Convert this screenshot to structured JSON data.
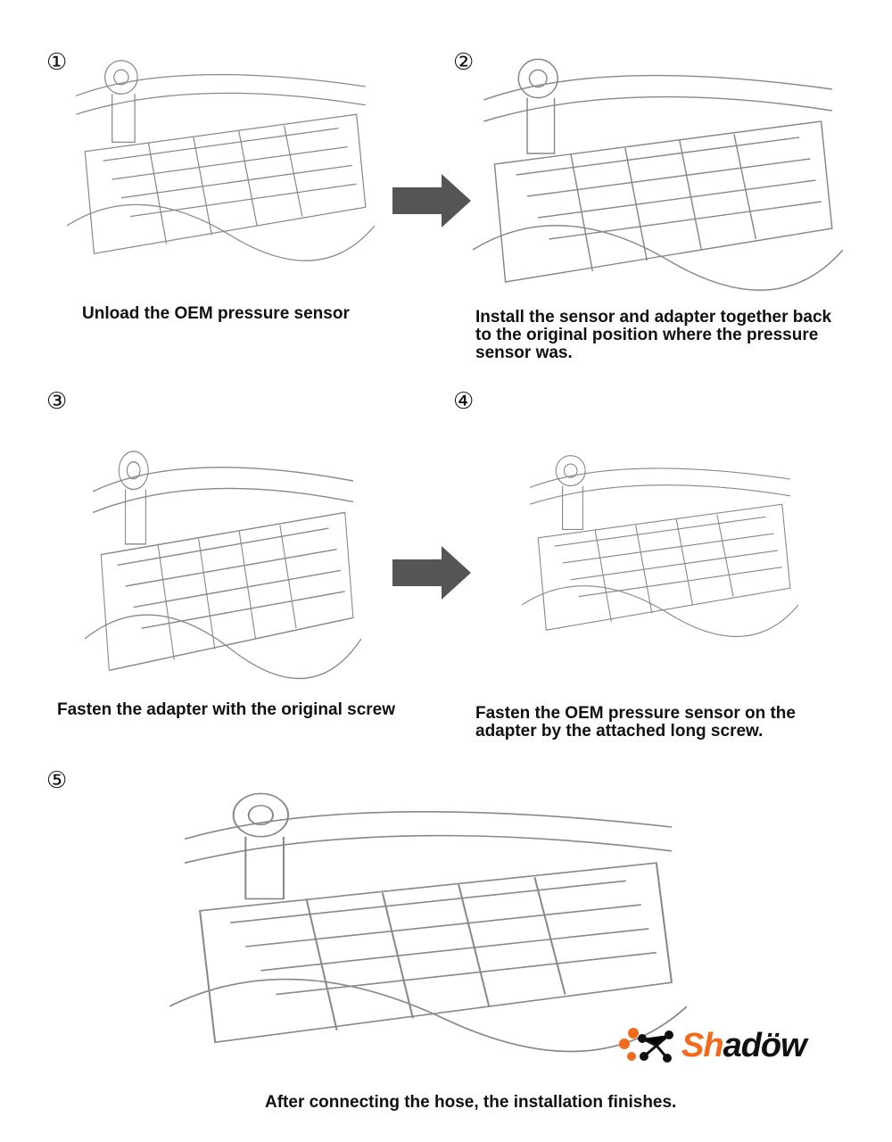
{
  "steps": [
    {
      "number": "①",
      "caption": "Unload the OEM pressure sensor"
    },
    {
      "number": "②",
      "caption": "Install the sensor and adapter together back to the original position where the pressure sensor was."
    },
    {
      "number": "③",
      "caption": "Fasten the adapter with the original screw"
    },
    {
      "number": "④",
      "caption": "Fasten the OEM pressure sensor on the adapter by the attached long screw."
    },
    {
      "number": "⑤",
      "caption": "After connecting the hose, the installation finishes."
    }
  ],
  "logo": {
    "text_orange": "Sh",
    "text_black": "adöw",
    "orange": "#f26b1d",
    "black": "#111111"
  },
  "arrow_color": "#555555"
}
